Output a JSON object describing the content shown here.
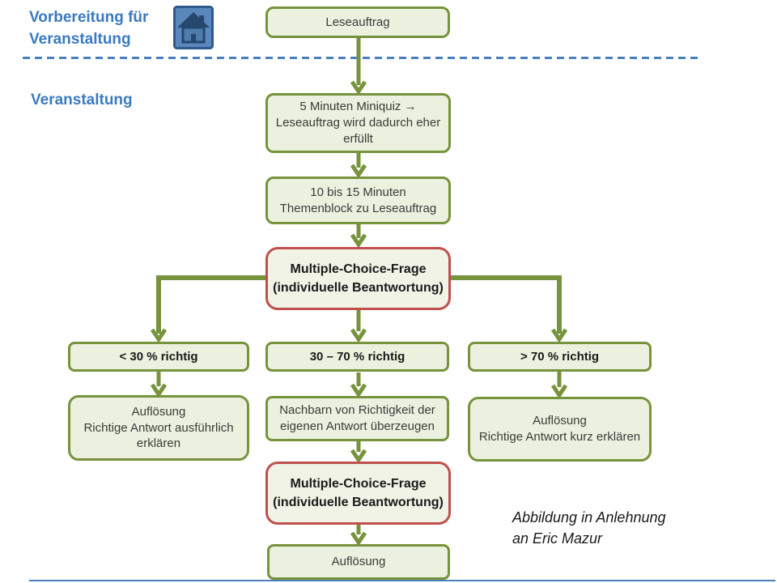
{
  "header": {
    "title_lines": [
      "Vorbereitung für",
      "Veranstaltung"
    ],
    "section_label": "Veranstaltung"
  },
  "colors": {
    "accent_blue": "#4c80bc",
    "flow_green_border": "#77933c",
    "flow_green_fill": "#ebf1de",
    "highlight_red_border": "#c0504d",
    "text": "#3b3b3b"
  },
  "icons": {
    "home": "home-icon"
  },
  "nodes": {
    "leseauftrag": "Leseauftrag",
    "miniquiz": [
      "5 Minuten Miniquiz →",
      "Leseauftrag wird dadurch eher",
      "erfüllt"
    ],
    "themenblock": [
      "10 bis 15 Minuten",
      "Themenblock zu Leseauftrag"
    ],
    "mc_frage_1": [
      "Multiple-Choice-Frage",
      "(individuelle Beantwortung)"
    ],
    "unter_30": "< 30 % richtig",
    "mitte_30_70": "30 – 70 % richtig",
    "ueber_70": "> 70 % richtig",
    "aufloesung_ausfuehrlich": [
      "Auflösung",
      "Richtige Antwort ausführlich",
      "erklären"
    ],
    "nachbarn": [
      "Nachbarn von Richtigkeit der",
      "eigenen Antwort überzeugen"
    ],
    "aufloesung_kurz": [
      "Auflösung",
      "Richtige Antwort kurz erklären"
    ],
    "mc_frage_2": [
      "Multiple-Choice-Frage",
      "(individuelle Beantwortung)"
    ],
    "aufloesung_final": "Auflösung"
  },
  "caption_lines": [
    "Abbildung in Anlehnung",
    "an Eric Mazur"
  ]
}
